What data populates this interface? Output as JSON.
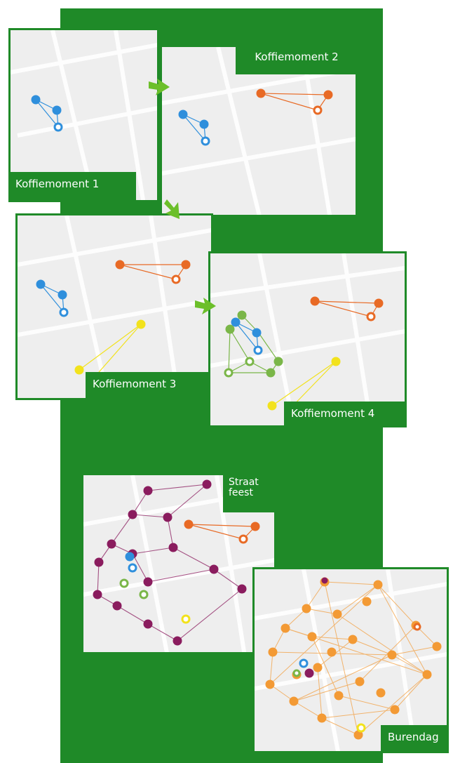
{
  "colors": {
    "band": "#1f8a28",
    "arrow": "#6cbf2a",
    "blue": "#2f8fdc",
    "orange": "#e86a25",
    "yellow": "#f2e21c",
    "green": "#7ab648",
    "purple": "#8a1c5e",
    "lightorange": "#f39a35"
  },
  "stages": [
    {
      "id": "k1",
      "label": "Koffiemoment 1"
    },
    {
      "id": "k2",
      "label": "Koffiemoment 2"
    },
    {
      "id": "k3",
      "label": "Koffiemoment 3"
    },
    {
      "id": "k4",
      "label": "Koffiemoment 4"
    },
    {
      "id": "straat",
      "label": "Straat\nfeest"
    },
    {
      "id": "buren",
      "label": "Burendag"
    }
  ],
  "arrows": [
    {
      "from": "Koffiemoment 1",
      "to": "Koffiemoment 2",
      "icon": "green-arrow-icon"
    },
    {
      "from": "Koffiemoment 2",
      "to": "Koffiemoment 3",
      "icon": "green-arrow-icon"
    },
    {
      "from": "Koffiemoment 3",
      "to": "Koffiemoment 4",
      "icon": "green-arrow-icon"
    }
  ]
}
